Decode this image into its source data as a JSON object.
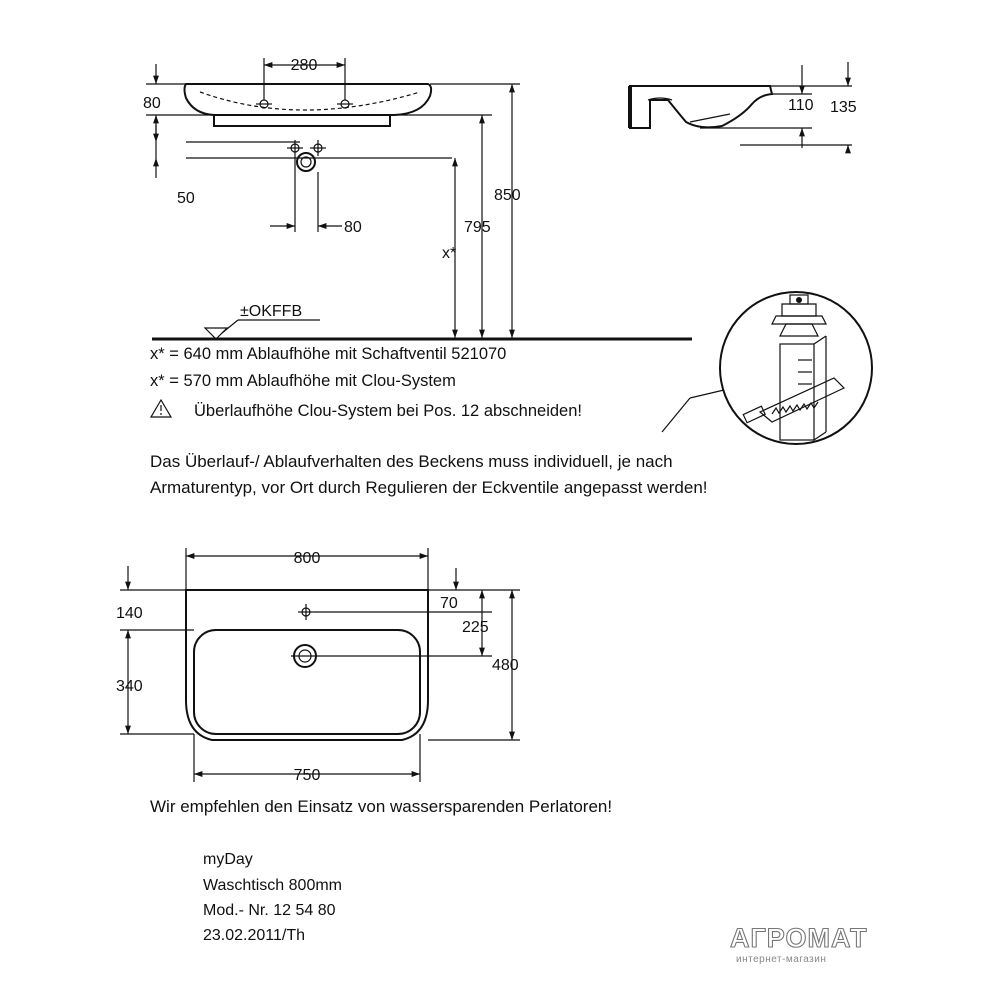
{
  "front_view": {
    "dim_tap_spacing": "280",
    "dim_rim_height": "80",
    "dim_valve_offset": "50",
    "dim_valve_spacing": "80",
    "dim_height_795": "795",
    "dim_height_850": "850",
    "dim_drain_height": "x*",
    "floor_label": "±OKFFB"
  },
  "side_view": {
    "dim_110": "110",
    "dim_135": "135"
  },
  "notes": {
    "line1": "x* = 640 mm Ablaufhöhe mit Schaftventil 521070",
    "line2": "x* = 570 mm Ablaufhöhe mit Clou-System",
    "warning": "Überlaufhöhe Clou-System bei Pos. 12 abschneiden!",
    "paragraph_line1": "Das Überlauf-/ Ablaufverhalten des Beckens muss individuell, je nach",
    "paragraph_line2": "Armaturentyp, vor Ort durch Regulieren der Eckventile angepasst werden!"
  },
  "plan_view": {
    "dim_width": "800",
    "dim_bowl_width": "750",
    "dim_140": "140",
    "dim_340": "340",
    "dim_70": "70",
    "dim_225": "225",
    "dim_480": "480"
  },
  "recommendation": "Wir empfehlen den Einsatz von wassersparenden Perlatoren!",
  "title_block": {
    "series": "myDay",
    "product": "Waschtisch 800mm",
    "model": "Mod.- Nr. 12 54 80",
    "date": "23.02.2011/Th"
  },
  "watermark": {
    "brand": "АГРОМАТ",
    "tagline": "интернет-магазин"
  }
}
